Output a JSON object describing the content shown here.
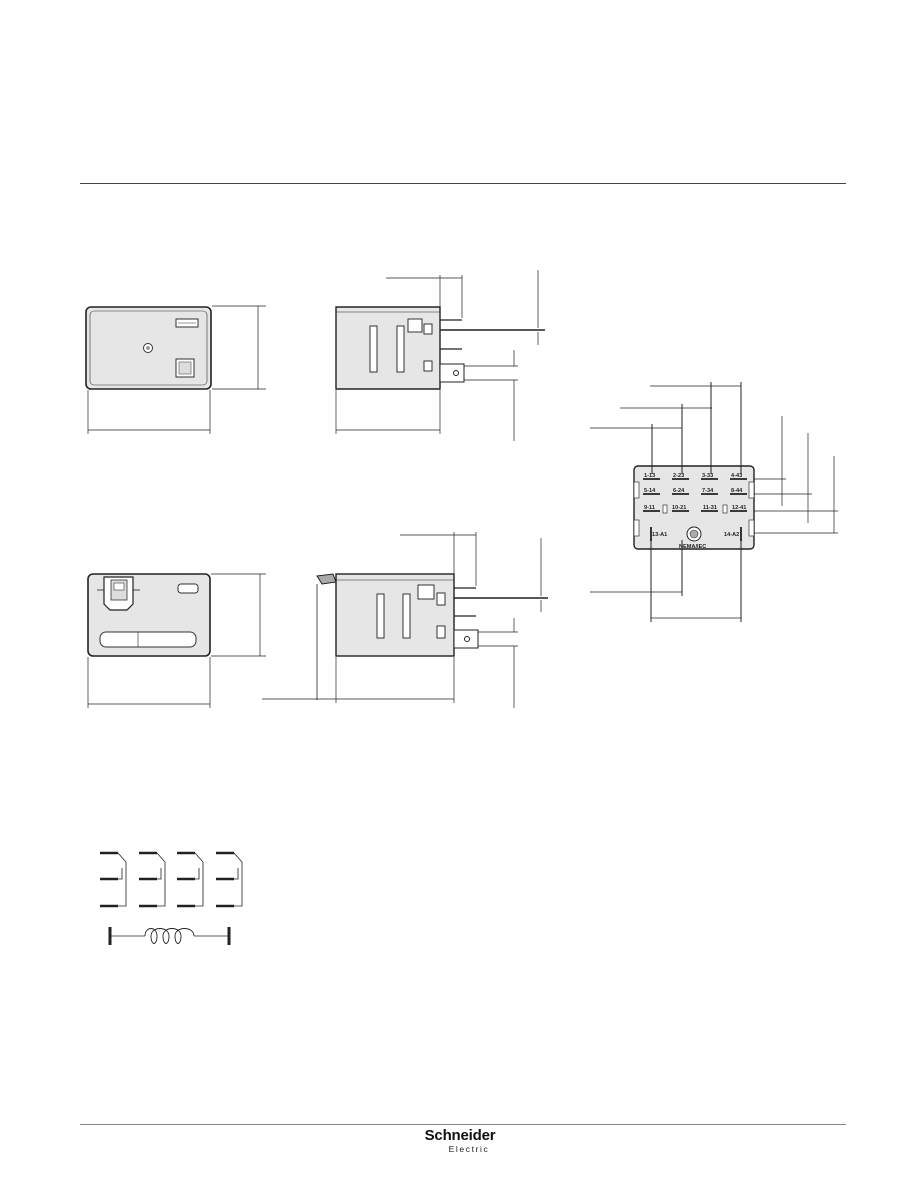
{
  "pin_labels": {
    "row1": [
      "1-13",
      "2-23",
      "3-33",
      "4-43"
    ],
    "row2": [
      "5-14",
      "6-24",
      "7-34",
      "8-44"
    ],
    "row3": [
      "9-11",
      "10-21",
      "11-31",
      "12-41"
    ],
    "coil": [
      "13-A1",
      "14-A2"
    ],
    "approval": "NEMA/IEC"
  },
  "footer": {
    "brand_name": "Schneider",
    "brand_sub": "Electric"
  }
}
